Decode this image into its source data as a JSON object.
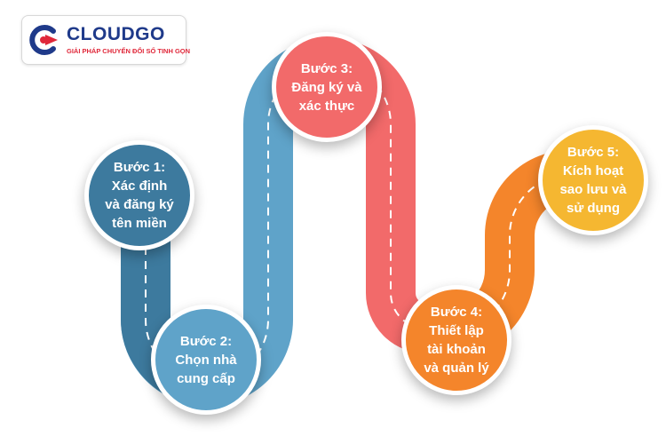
{
  "logo": {
    "brand": "CLOUDGO",
    "tagline": "GIẢI PHÁP CHUYỂN ĐỔI SỐ TINH GỌN"
  },
  "colors": {
    "step1": "#3d7a9e",
    "step2": "#5fa3c9",
    "step3": "#f26a6a",
    "step4": "#f4852b",
    "step5": "#f5b731"
  },
  "steps": [
    {
      "title": "Bước 1:",
      "line1": "Xác định",
      "line2": "và đăng ký",
      "line3": "tên miền"
    },
    {
      "title": "Bước 2:",
      "line1": "Chọn nhà",
      "line2": "cung cấp"
    },
    {
      "title": "Bước 3:",
      "line1": "Đăng ký và",
      "line2": "xác thực"
    },
    {
      "title": "Bước 4:",
      "line1": "Thiết lập",
      "line2": "tài khoản",
      "line3": "và quản lý"
    },
    {
      "title": "Bước 5:",
      "line1": "Kích hoạt",
      "line2": "sao lưu và",
      "line3": "sử dụng"
    }
  ]
}
